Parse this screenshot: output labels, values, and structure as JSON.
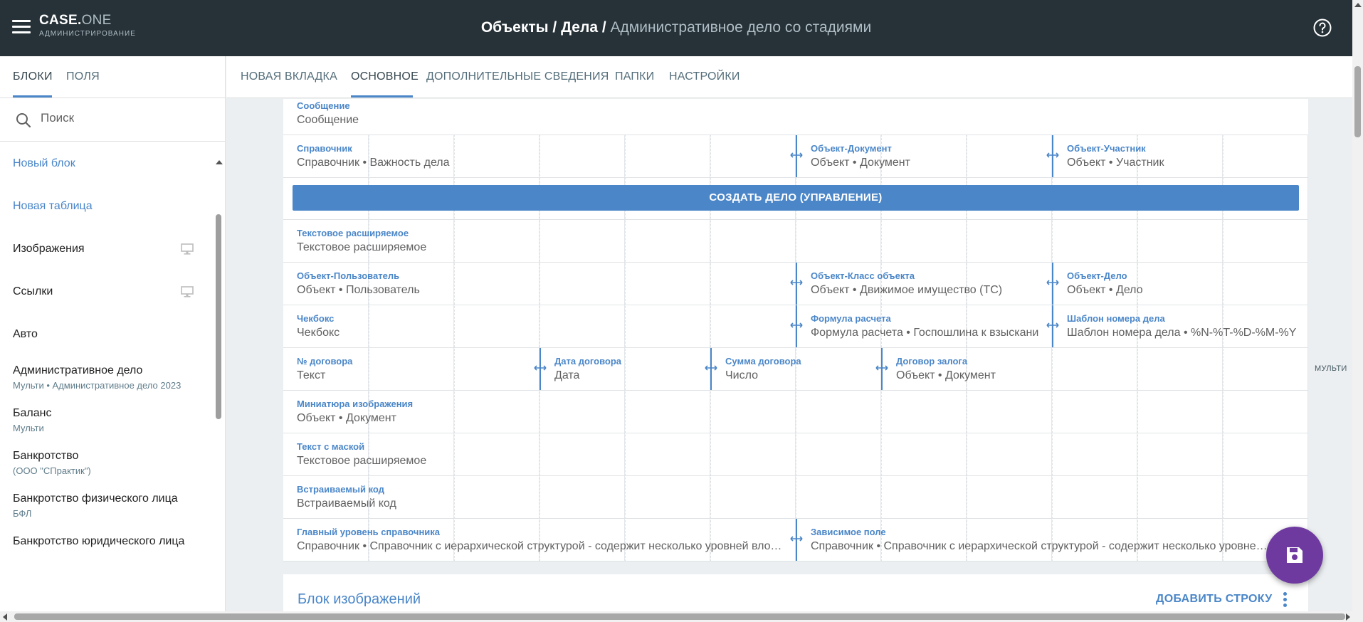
{
  "app": {
    "logo_main": "CASE.",
    "logo_one": "ONE",
    "logo_sub": "АДМИНИСТРИРОВАНИЕ",
    "breadcrumb": {
      "part1": "Объекты",
      "sep1": " / ",
      "part2": "Дела",
      "sep2": " / ",
      "current": "Административное дело со стадиями"
    }
  },
  "left_panel": {
    "tabs": [
      "БЛОКИ",
      "ПОЛЯ"
    ],
    "search_placeholder": "Поиск",
    "items": [
      {
        "title": "Новый блок",
        "subtitle": ""
      },
      {
        "title": "Новая таблица",
        "subtitle": ""
      },
      {
        "title": "Изображения",
        "subtitle": "",
        "icon": "desktop-icon"
      },
      {
        "title": "Ссылки",
        "subtitle": "",
        "icon": "desktop-icon"
      },
      {
        "title": "Авто",
        "subtitle": ""
      },
      {
        "title": "Административное дело",
        "subtitle": "Мульти • Административное дело 2023"
      },
      {
        "title": "Баланс",
        "subtitle": "Мульти"
      },
      {
        "title": "Банкротство",
        "subtitle": "(ООО \"СПрактик\")"
      },
      {
        "title": "Банкротство физического лица",
        "subtitle": "БФЛ"
      },
      {
        "title": "Банкротство юридического лица",
        "subtitle": ""
      }
    ]
  },
  "main_tabs": [
    "НОВАЯ ВКЛАДКА",
    "ОСНОВНОЕ",
    "ДОПОЛНИТЕЛЬНЫЕ СВЕДЕНИЯ",
    "ПАПКИ",
    "НАСТРОЙКИ"
  ],
  "form": {
    "rows": [
      [
        {
          "label": "Сообщение",
          "value": "Сообщение"
        }
      ],
      [
        {
          "label": "Справочник",
          "value": "Справочник • Важность дела"
        },
        {
          "label": "Объект-Документ",
          "value": "Объект • Документ"
        },
        {
          "label": "Объект-Участник",
          "value": "Объект • Участник"
        }
      ],
      [
        {
          "label": "Текстовое расширяемое",
          "value": "Текстовое расширяемое"
        }
      ],
      [
        {
          "label": "Объект-Пользователь",
          "value": "Объект • Пользователь"
        },
        {
          "label": "Объект-Класс объекта",
          "value": "Объект • Движимое имущество (ТС)"
        },
        {
          "label": "Объект-Дело",
          "value": "Объект • Дело"
        }
      ],
      [
        {
          "label": "Чекбокс",
          "value": "Чекбокс"
        },
        {
          "label": "Формула расчета",
          "value": "Формула расчета • Госпошлина к взыскани"
        },
        {
          "label": "Шаблон номера дела",
          "value": "Шаблон номера дела • %N-%T-%D-%M-%Y"
        }
      ],
      [
        {
          "label": "№ договора",
          "value": "Текст"
        },
        {
          "label": "Дата договора",
          "value": "Дата"
        },
        {
          "label": "Сумма договора",
          "value": "Число"
        },
        {
          "label": "Договор залога",
          "value": "Объект • Документ"
        }
      ],
      [
        {
          "label": "Миниатюра изображения",
          "value": "Объект • Документ"
        }
      ],
      [
        {
          "label": "Текст с маской",
          "value": "Текстовое расширяемое"
        }
      ],
      [
        {
          "label": "Встраиваемый код",
          "value": "Встраиваемый код"
        }
      ],
      [
        {
          "label": "Главный уровень справочника",
          "value": "Справочник • Справочник с иерархической структурой - содержит несколько уровней вложенности"
        },
        {
          "label": "Зависимое поле",
          "value": "Справочник • Справочник с иерархической структурой - содержит несколько уровней вложенности"
        }
      ]
    ],
    "action_button": "СОЗДАТЬ ДЕЛО (УПРАВЛЕНИЕ)",
    "multi_tag": "МУЛЬТИ"
  },
  "image_block": {
    "title": "Блок изображений",
    "add_row": "ДОБАВИТЬ СТРОКУ"
  },
  "colors": {
    "topbar": "#263238",
    "accent": "#4a86c8",
    "fab": "#6f3aa0"
  }
}
